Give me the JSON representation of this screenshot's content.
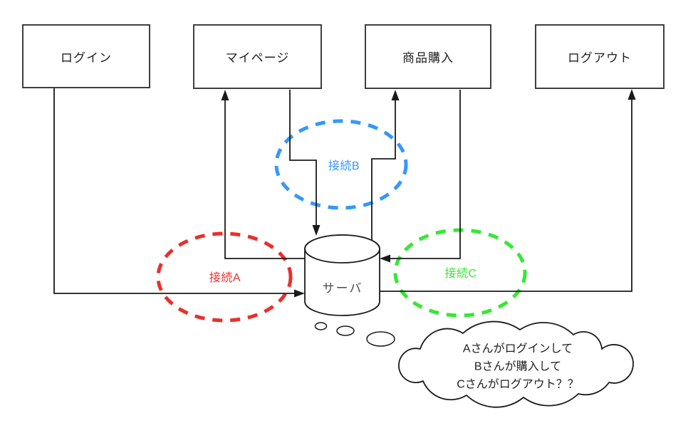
{
  "nodes": [
    {
      "id": "login",
      "label": "ログイン"
    },
    {
      "id": "mypage",
      "label": "マイページ"
    },
    {
      "id": "purchase",
      "label": "商品購入"
    },
    {
      "id": "logout",
      "label": "ログアウト"
    }
  ],
  "server": {
    "label": "サーバ"
  },
  "connections": [
    {
      "id": "A",
      "label": "接続A",
      "color": "#e8302c"
    },
    {
      "id": "B",
      "label": "接続B",
      "color": "#3598f7"
    },
    {
      "id": "C",
      "label": "接続C",
      "color": "#35e835"
    }
  ],
  "thought_bubble": {
    "lines": [
      "Aさんがログインして",
      "Bさんが購入して",
      "Cさんがログアウト？？"
    ]
  },
  "colors": {
    "background": "#ffffff",
    "line": "#1a1a1a",
    "box_border": "#3f3f3f"
  }
}
